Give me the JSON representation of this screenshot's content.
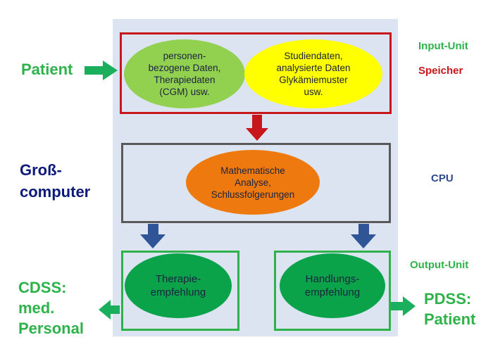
{
  "colors": {
    "panel_bg": "#dce3f1",
    "memory_border": "#c8161d",
    "cpu_border": "#595959",
    "output_border": "#2db34a",
    "green_text": "#2db34a",
    "navy_text": "#0d1a7a",
    "red_text": "#c8161d",
    "blue_text": "#2e4a8f",
    "light_green": "#92d050",
    "yellow": "#ffff00",
    "orange": "#ee7a0f",
    "dark_green": "#0aa34a",
    "blue_arrow": "#2f5597",
    "red_arrow": "#c8161d",
    "green_arrow": "#1aaf5d"
  },
  "labels": {
    "patient": "Patient",
    "grosscomputer": "Groß-\ncomputer",
    "cdss": "CDSS:\nmed.\nPersonal",
    "pdss": "PDSS:\nPatient",
    "input_unit": "Input-Unit",
    "speicher": "Speicher",
    "cpu": "CPU",
    "output_unit": "Output-Unit"
  },
  "nodes": {
    "personal_data": "personen-\nbezogene Daten,\nTherapiedaten\n(CGM) usw.",
    "study_data": "Studiendaten,\nanalysierte Daten\nGlykämiemuster\nusw.",
    "analysis": "Mathematische\nAnalyse,\nSchlussfolgerungen",
    "therapy": "Therapie-\nempfehlung",
    "action": "Handlungs-\nempfehlung"
  }
}
